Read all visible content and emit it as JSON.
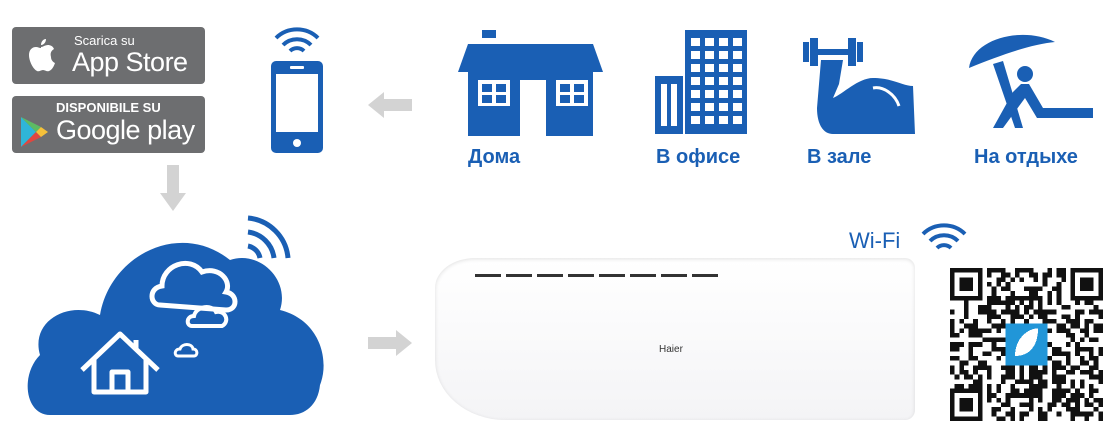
{
  "badges": {
    "app_store": {
      "small": "Scarica su",
      "big": "App Store"
    },
    "google_play": {
      "small": "DISPONIBILE SU",
      "big": "Google play"
    }
  },
  "locations": [
    {
      "label": "Дома",
      "icon": "house-icon"
    },
    {
      "label": "В офисе",
      "icon": "office-building-icon"
    },
    {
      "label": "В зале",
      "icon": "dumbbell-arm-icon"
    },
    {
      "label": "На отдыхе",
      "icon": "beach-umbrella-icon"
    }
  ],
  "wifi_label": "Wi-Fi",
  "ac_brand": "Haier",
  "colors": {
    "brand_blue": "#1a5fb4",
    "badge_gray": "#6d6e70",
    "arrow_gray": "#d3d3d3"
  }
}
